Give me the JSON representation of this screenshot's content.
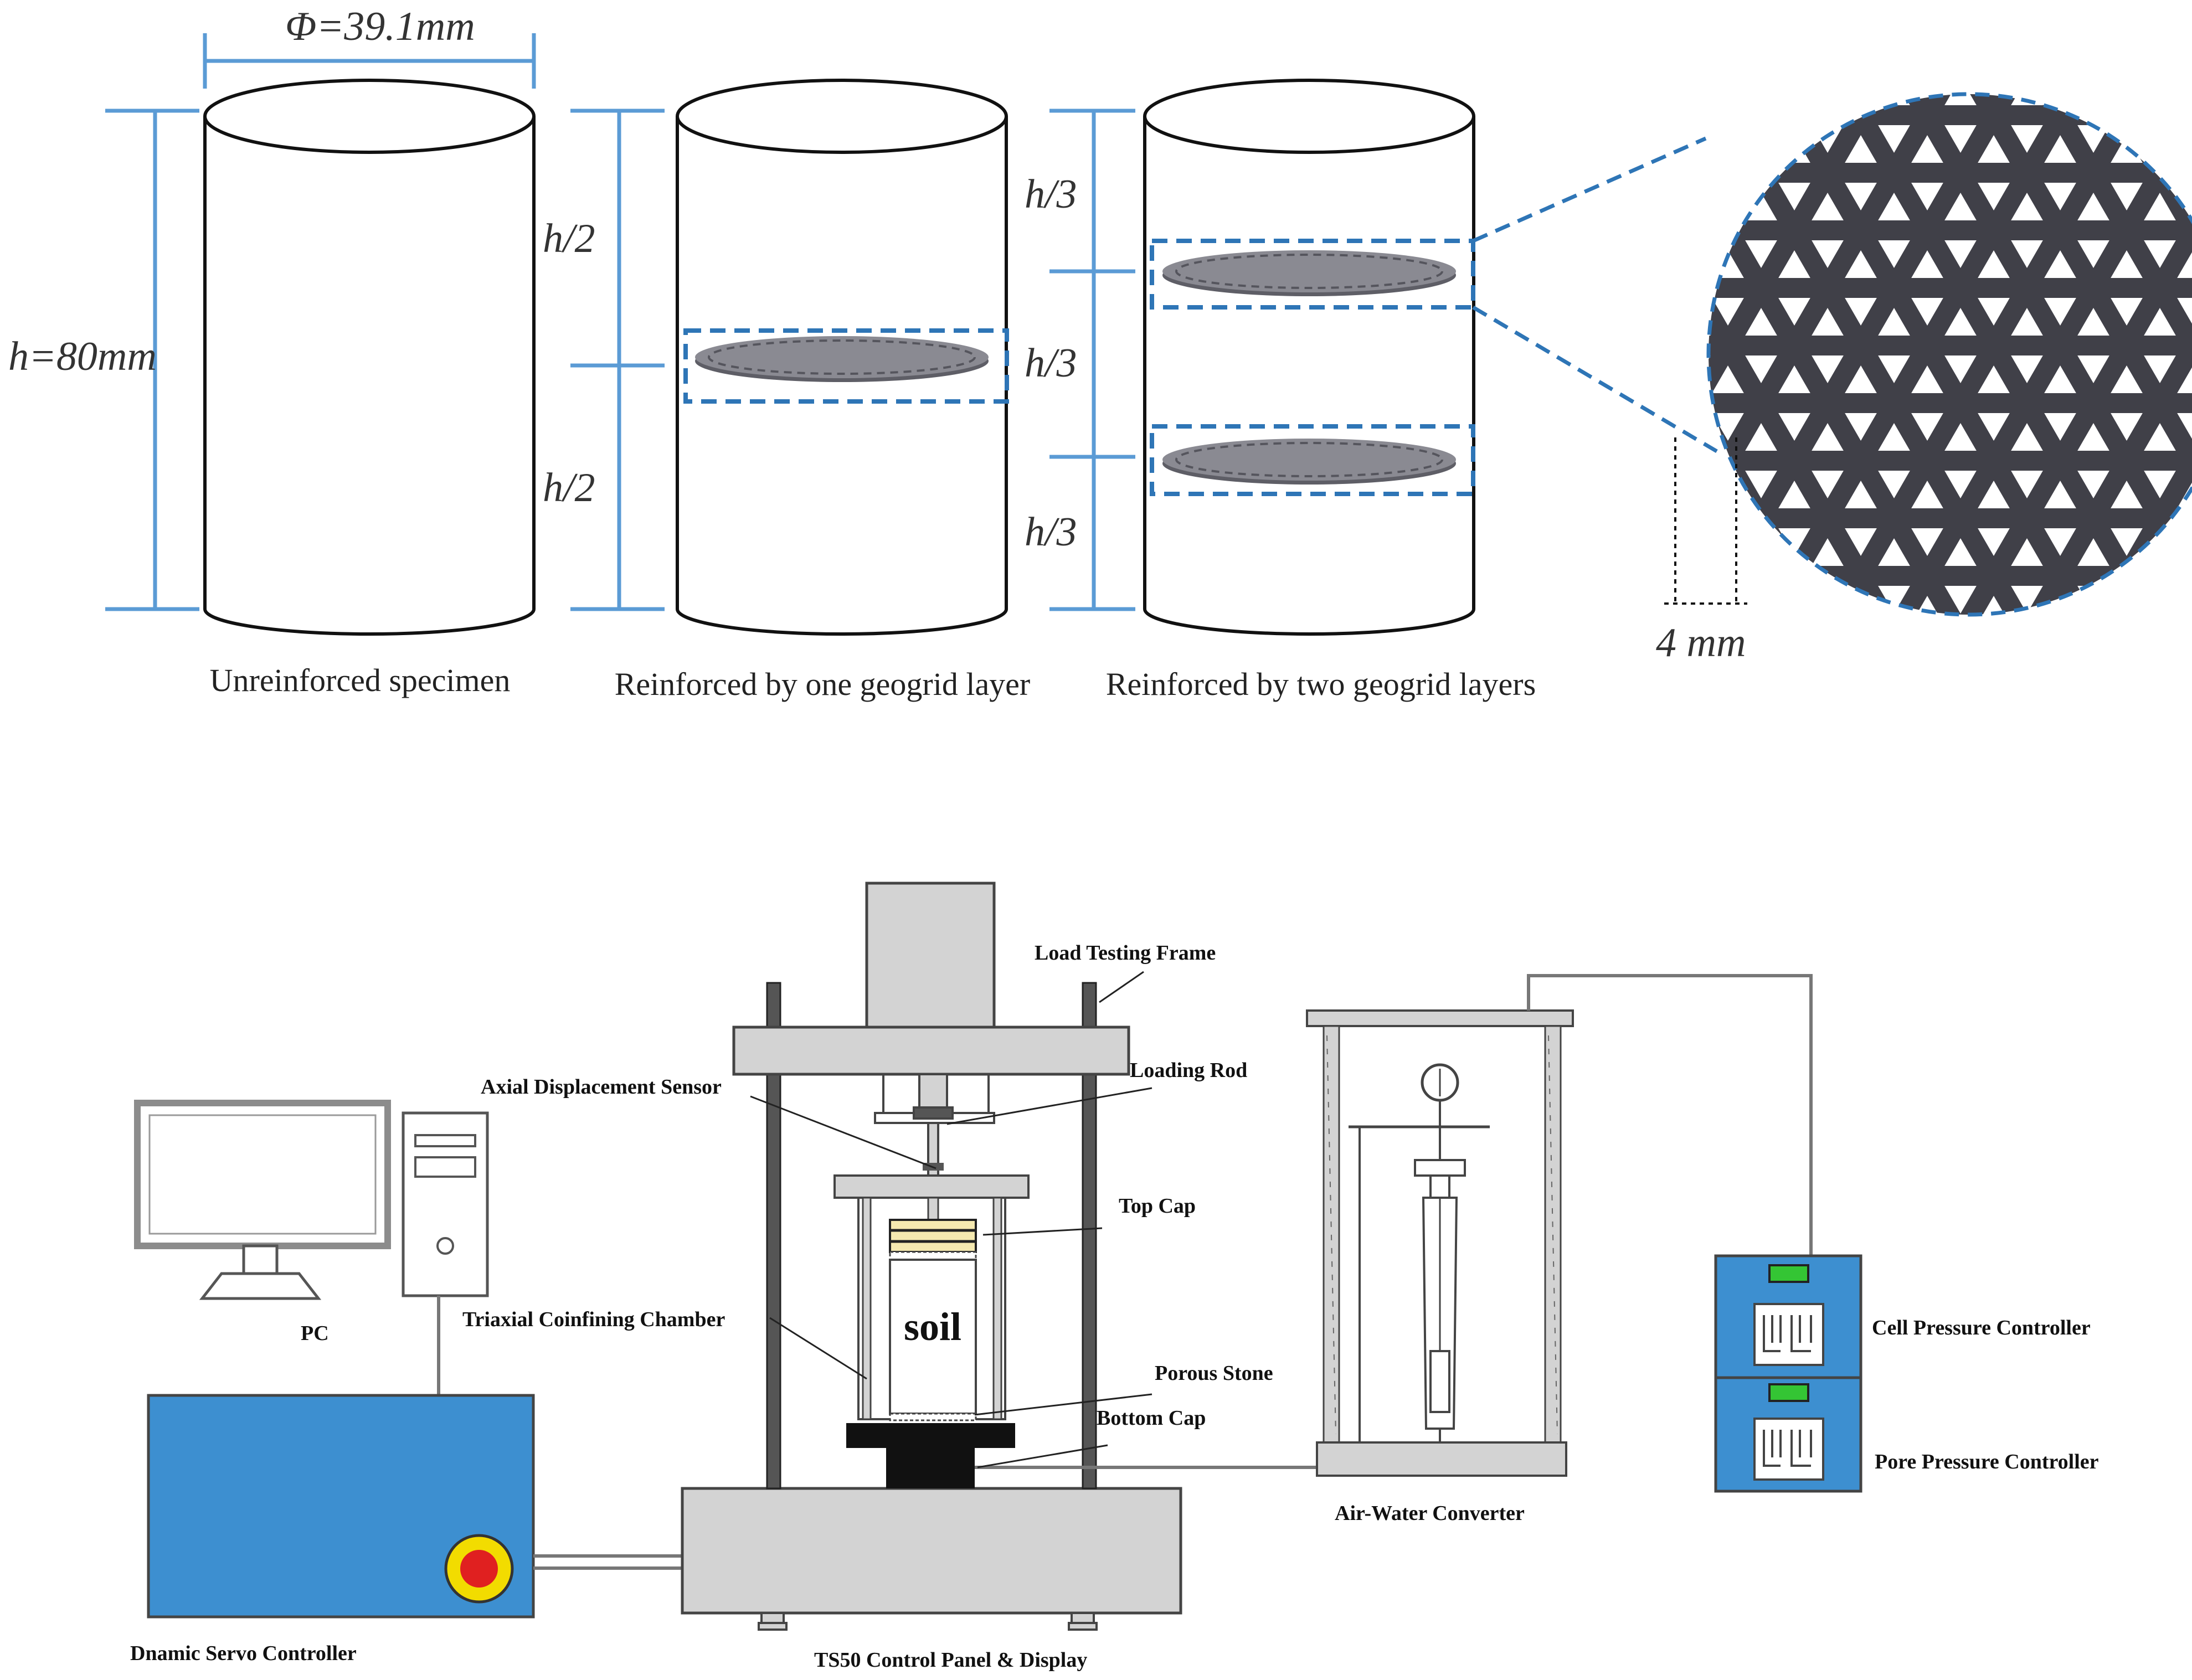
{
  "specimens": {
    "diameter": "Φ=39.1mm",
    "height": "h=80mm",
    "half": "h/2",
    "third": "h/3",
    "mesh": "4 mm",
    "captions": [
      "Unreinforced specimen",
      "Reinforced by one geogrid layer",
      "Reinforced by two geogrid layers"
    ]
  },
  "apparatus": {
    "labels": {
      "load_frame": "Load Testing Frame",
      "loading_rod": "Loading Rod",
      "axial_sensor": "Axial Displacement Sensor",
      "top_cap": "Top Cap",
      "chamber": "Triaxial Coinfining Chamber",
      "porous_stone": "Porous Stone",
      "bottom_cap": "Bottom Cap",
      "soil": "soil",
      "pc": "PC",
      "servo": "Dnamic Servo Controller",
      "control_panel": "TS50 Control Panel & Display",
      "converter": "Air-Water Converter",
      "cell_pressure": "Cell Pressure Controller",
      "pore_pressure": "Pore Pressure Controller"
    }
  },
  "colors": {
    "dimension_blue": "#5b9bd5",
    "dashed_blue": "#2e75b6",
    "geogrid": "#404048",
    "controller_blue": "#3d8fd0",
    "device_gray": "#d3d3d3",
    "button_red": "#e02020",
    "button_yellow": "#f2dc00",
    "indicator_green": "#34c534"
  }
}
